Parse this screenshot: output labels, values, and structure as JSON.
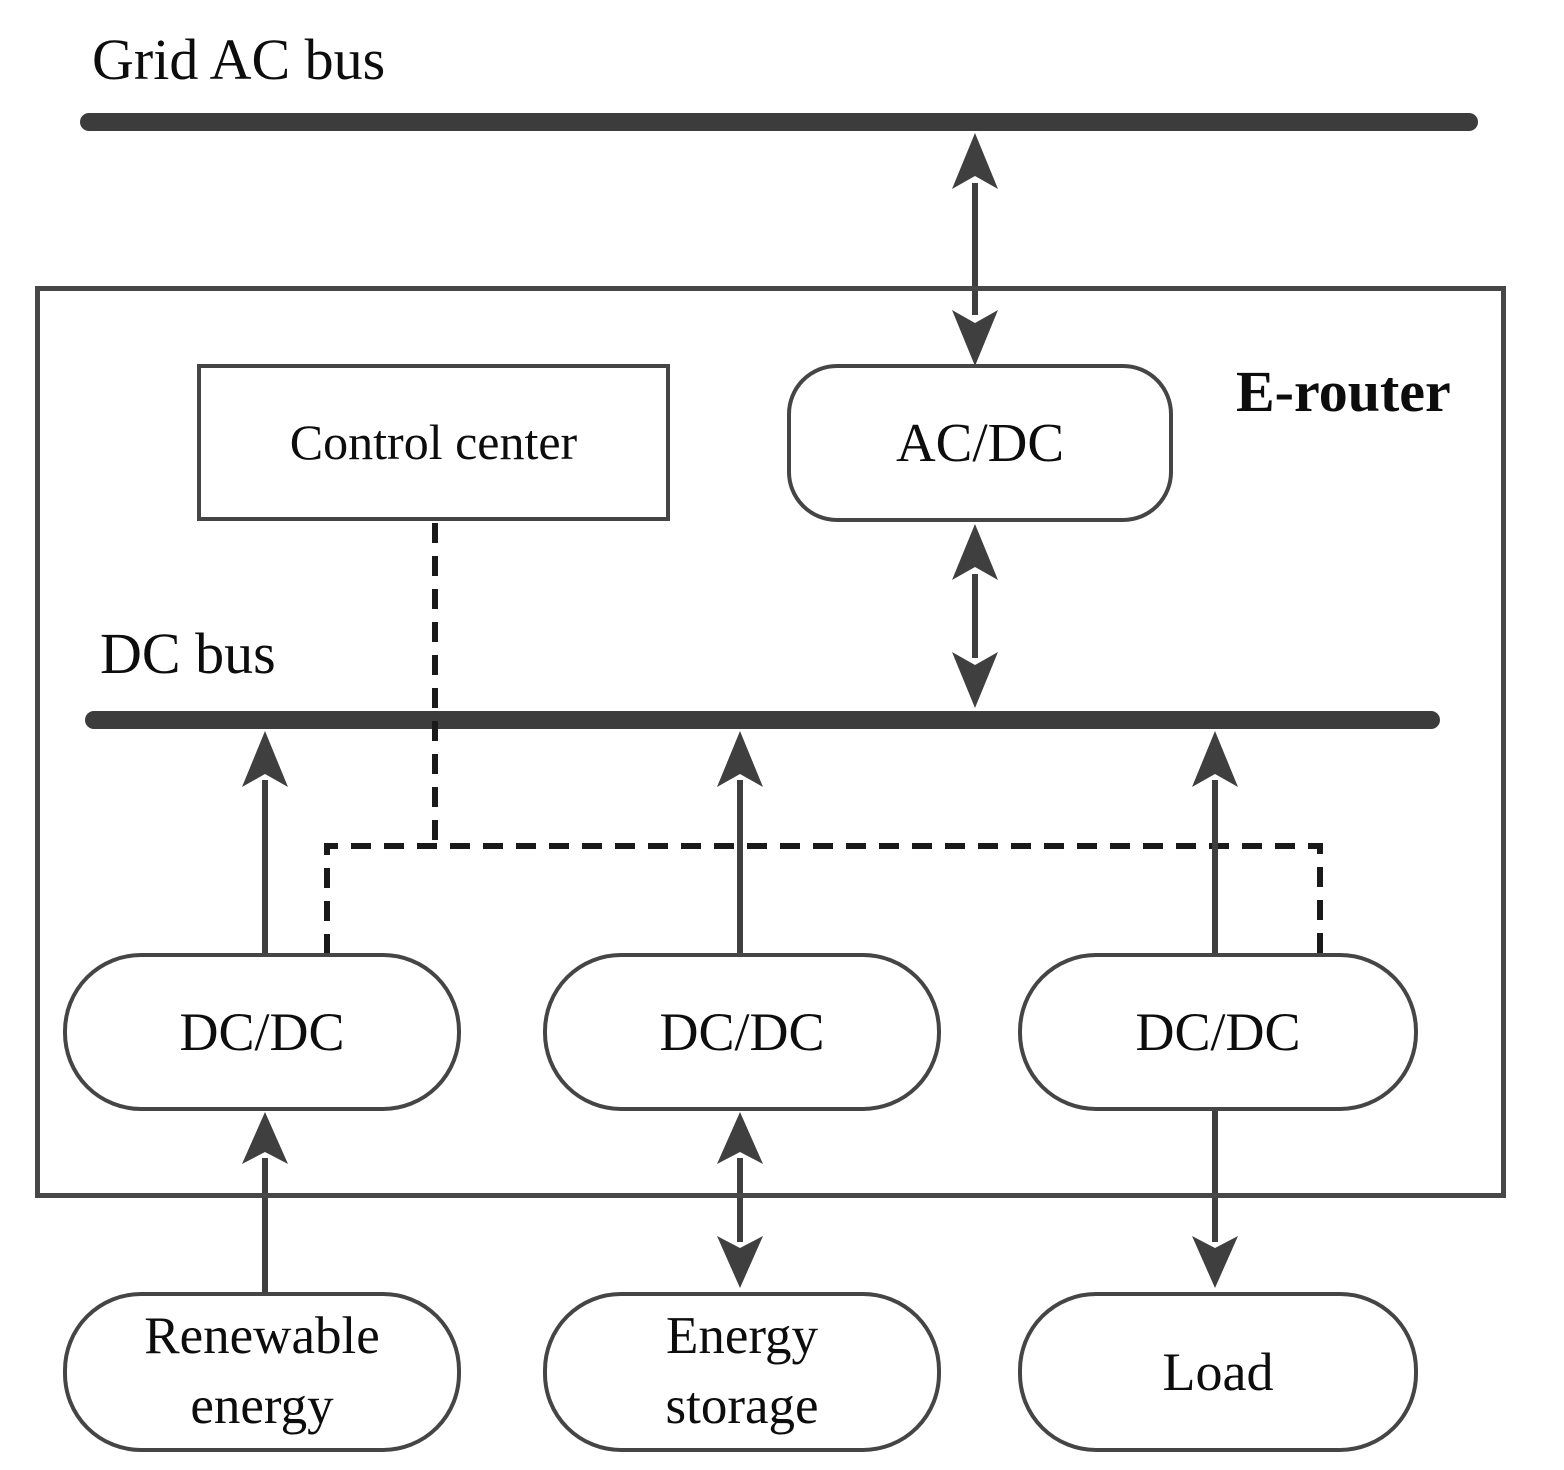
{
  "diagram": {
    "kind": "energy-router block diagram",
    "buses": {
      "grid_ac": {
        "label": "Grid AC bus"
      },
      "dc": {
        "label": "DC bus"
      }
    },
    "e_router": {
      "label": "E-router"
    },
    "nodes": {
      "control_center": {
        "label": "Control center"
      },
      "ac_dc": {
        "label": "AC/DC"
      },
      "dc_dc_1": {
        "label": "DC/DC"
      },
      "dc_dc_2": {
        "label": "DC/DC"
      },
      "dc_dc_3": {
        "label": "DC/DC"
      },
      "renewable": {
        "label": "Renewable energy",
        "line1": "Renewable",
        "line2": "energy"
      },
      "storage": {
        "label": "Energy storage",
        "line1": "Energy",
        "line2": "storage"
      },
      "load": {
        "label": "Load"
      }
    },
    "connections": {
      "grid_to_acdc": "bidirectional arrow between Grid AC bus and AC/DC",
      "acdc_to_dcbus": "bidirectional arrow between AC/DC and DC bus",
      "dcdc1_to_dcbus": "arrow from DC/DC to DC bus",
      "dcdc2_to_dcbus": "arrow from DC/DC to DC bus",
      "dcdc3_to_dcbus": "arrow from DC/DC to DC bus",
      "renewable_to_dcdc1": "arrow from Renewable energy to DC/DC",
      "storage_to_dcdc2": "bidirectional arrow between Energy storage and DC/DC",
      "dcdc3_to_load": "arrow from DC/DC to Load",
      "control_signals": "dashed control lines from Control center to DC/DC converters"
    },
    "colors": {
      "background": "#ffffff",
      "bus_bar": "#3c3c3c",
      "connector": "#3f3f3f",
      "dashed": "#1a1a1a",
      "border": "#454545",
      "text": "#0d0d0d"
    }
  }
}
